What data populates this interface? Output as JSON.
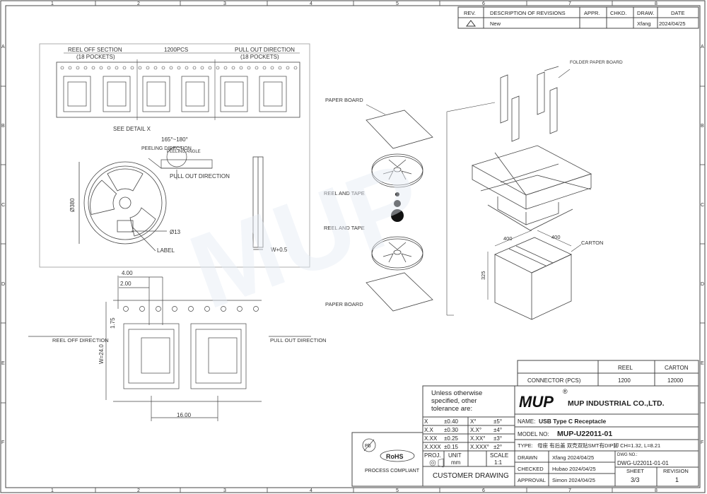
{
  "frame": {
    "columns": [
      "1",
      "2",
      "3",
      "4",
      "5",
      "6",
      "7",
      "8"
    ],
    "rows": [
      "A",
      "B",
      "C",
      "D",
      "E",
      "F"
    ]
  },
  "revisions": {
    "headers": [
      "REV.",
      "DESCRIPTION OF REVISIONS",
      "APPR.",
      "CHKD.",
      "DRAW.",
      "DATE"
    ],
    "rows": [
      {
        "rev": "",
        "description": "New",
        "appr": "",
        "chkd": "",
        "draw": "Xfang",
        "date": "2024/04/25"
      }
    ]
  },
  "reel_view": {
    "reel_off_section": "REEL OFF SECTION",
    "reel_off_pockets": "(18 POCKETS)",
    "count": "1200PCS",
    "pull_out_direction": "PULL OUT DIRECTION",
    "pull_out_pockets": "(18 POCKETS)",
    "see_detail": "SEE DETAIL X",
    "angle": "165°~180°",
    "peeling_direction": "PEELING DIRECTION",
    "peeling_angle": "PEELING ANGLE",
    "pull_out": "PULL OUT DIRECTION",
    "diameter": "Ø380",
    "hub": "Ø13",
    "label": "LABEL",
    "width": "W+0.5"
  },
  "detail": {
    "dim_400": "4.00",
    "dim_200": "2.00",
    "dim_175": "1.75",
    "dim_w": "W=24.0",
    "dim_16": "16.00",
    "reel_off": "REEL OFF DIRECTION",
    "pull_out": "PULL OUT DIRECTION"
  },
  "packing": {
    "folder": "FOLDER PAPER BOARD",
    "paper_board_top": "PAPER BOARD",
    "reel_tape_1": "REEL AND TAPE",
    "reel_tape_2": "REEL AND TAPE",
    "paper_board_bottom": "PAPER BOARD",
    "carton": "CARTON",
    "dim_w": "400",
    "dim_d": "400",
    "dim_h": "325"
  },
  "quantity_table": {
    "headers": [
      "",
      "REEL",
      "CARTON"
    ],
    "row_label": "CONNECTOR (PCS)",
    "reel": "1200",
    "carton": "12000"
  },
  "tolerance": {
    "note": [
      "Unless otherwise",
      "specified, other",
      "tolerance are:"
    ],
    "rows": [
      {
        "a": "X",
        "b": "±0.40",
        "c": "X°",
        "d": "±5°"
      },
      {
        "a": "X.X",
        "b": "±0.30",
        "c": "X.X°",
        "d": "±4°"
      },
      {
        "a": "X.XX",
        "b": "±0.25",
        "c": "X.XX°",
        "d": "±3°"
      },
      {
        "a": "X.XXX",
        "b": "±0.15",
        "c": "X.XXX°",
        "d": "±2°"
      }
    ],
    "proj": "PROJ.",
    "unit_label": "UNIT",
    "unit": "mm",
    "scale_label": "SCALE",
    "scale": "1:1"
  },
  "rohs": {
    "pb": "Pb",
    "rohs": "RoHS",
    "compliant": "PROCESS COMPLIANT"
  },
  "customer_drawing": "CUSTOMER DRAWING",
  "title_block": {
    "logo": "MUP",
    "registered": "®",
    "company": "MUP INDUSTRIAL CO.,LTD.",
    "name_label": "NAME:",
    "name": "USB Type C  Receptacle",
    "model_label": "MODEL NO:",
    "model": "MUP-U22011-01",
    "type_label": "TYPE:",
    "type": "母座 有后盖 双壳双贴SMT有DIP脚 CH=1.32, L=8.21",
    "drawn_label": "DRAWN",
    "drawn": "Xfang 2024/04/25",
    "checked_label": "CHECKED",
    "checked": "Hubao 2024/04/25",
    "approval_label": "APPROVAL",
    "approval": "Simon 2024/04/25",
    "dwg_label": "DWG NO.:",
    "dwg": "DWG-U22011-01-01",
    "sheet_label": "SHEET",
    "sheet": "3/3",
    "revision_label": "REVISION",
    "revision": "1"
  }
}
